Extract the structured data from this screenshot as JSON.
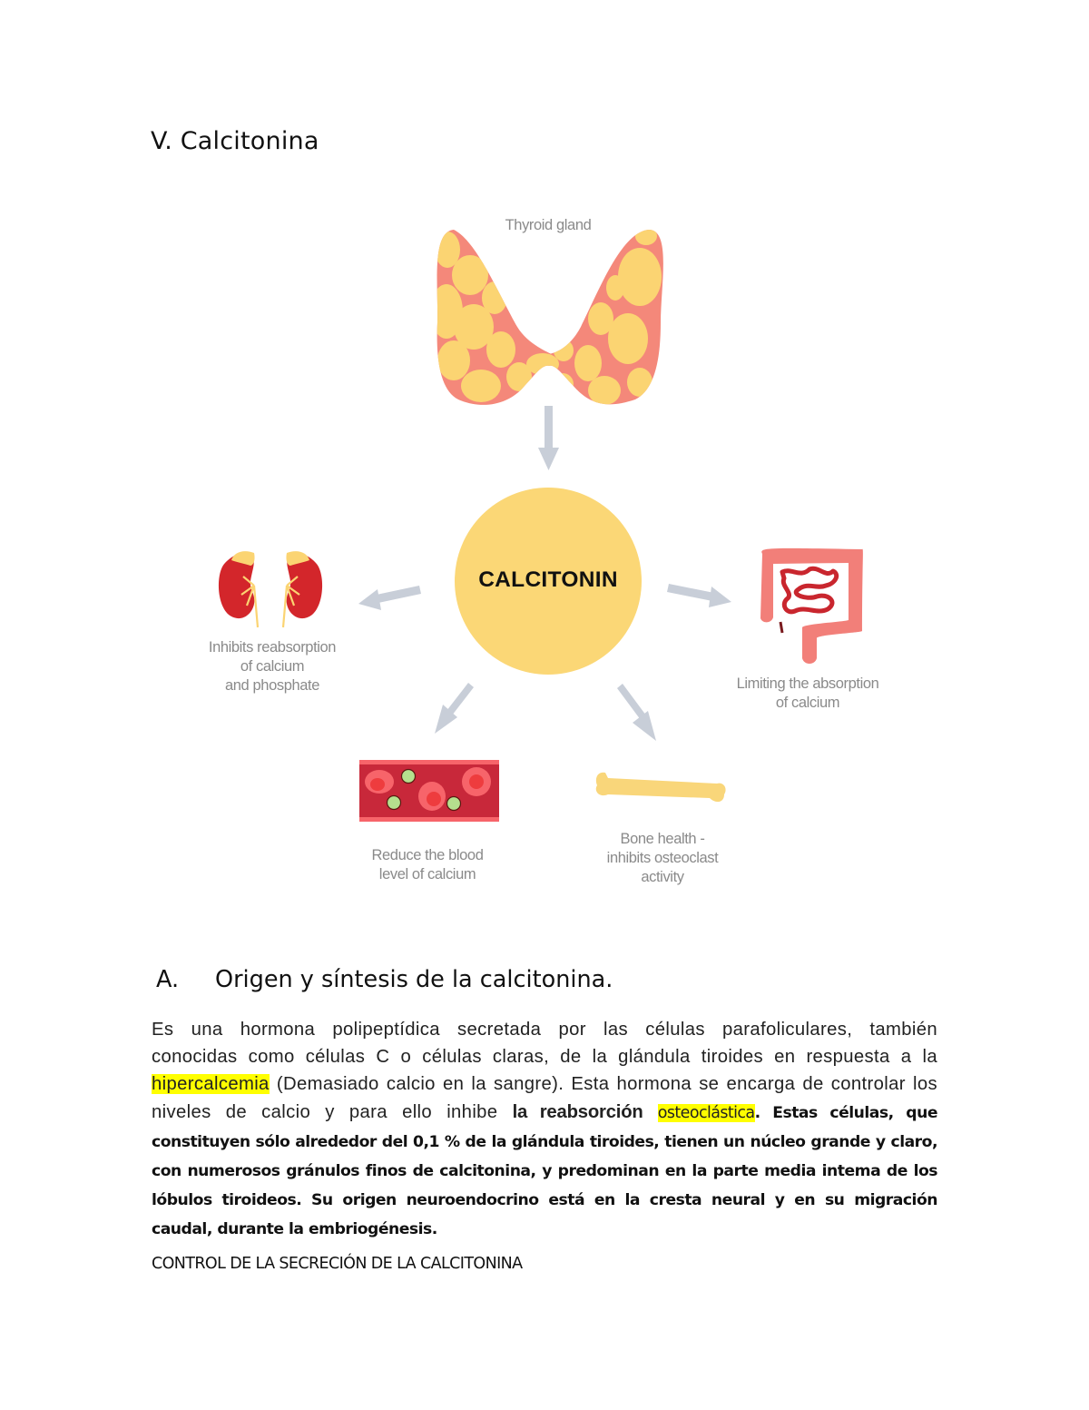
{
  "document": {
    "section_title": "V. Calcitonina",
    "figure": {
      "thyroid_label": "Thyroid gland",
      "center_label": "CALCITONIN",
      "effects": [
        {
          "id": "kidney",
          "icon": "kidneys-icon",
          "label": "Inhibits reabsorption\nof calcium\nand phosphate"
        },
        {
          "id": "intestine",
          "icon": "intestine-icon",
          "label": "Limiting the absorption\nof calcium"
        },
        {
          "id": "blood",
          "icon": "blood-vessel-icon",
          "label": "Reduce the blood\nlevel of calcium"
        },
        {
          "id": "bone",
          "icon": "bone-icon",
          "label": "Bone health -\ninhibits osteoclast\nactivity"
        }
      ],
      "colors": {
        "thyroid_fill": "#fbd472",
        "thyroid_tissue": "#f4887a",
        "calcitonin_circle": "#fbd776",
        "arrow": "#c8ced8",
        "kidney": "#d3262b",
        "blood_vessel": "#c8283a",
        "red_cell": "#f7646a",
        "platelet": "#b5e08e",
        "intestine": "#f27f79",
        "bone": "#f9d67a"
      }
    },
    "subsection": {
      "number": "A.",
      "title": "Origen y síntesis de la calcitonina."
    },
    "paragraph": {
      "part1": "Es una hormona polipeptídica secretada por las células parafoliculares, también conocidas como células C o células claras, de la glándula tiroides en respuesta a la ",
      "highlight1": "hipercalcemia",
      "part2": " (Demasiado calcio en la sangre). Esta hormona se encarga de controlar los niveles de calcio y para ello inhibe ",
      "bold1": "la reabsorción",
      "space": " ",
      "highlight2": "osteoclástica",
      "bold2": ". Estas células, que constituyen sólo alrededor del 0,1 % de la glándula tiroides, tienen un núcleo grande y claro, con numerosos gránulos finos de calcitonina, y predominan en la parte media intema de los lóbulos tiroideos. Su origen neuroendocrino está en la cresta neural y en su migración caudal, durante la embriogénesis."
    },
    "control_heading": "CONTROL DE LA SECRECIÓN DE LA CALCITONINA",
    "highlight_color": "#ffff00"
  }
}
